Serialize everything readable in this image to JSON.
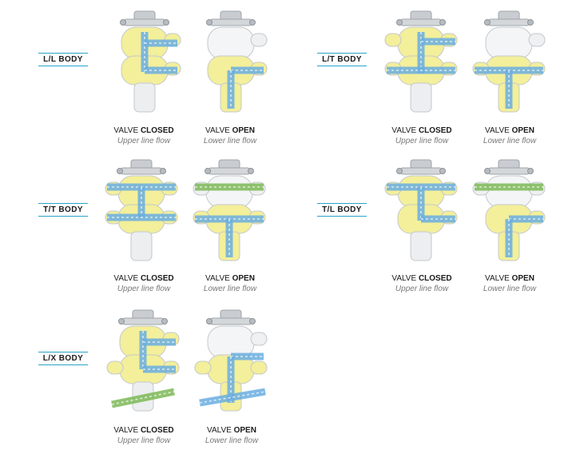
{
  "groups": [
    {
      "label": "L/L BODY",
      "closed": {
        "state_prefix": "VALVE",
        "state_word": "CLOSED",
        "flow": "Upper line flow"
      },
      "open": {
        "state_prefix": "VALVE",
        "state_word": "OPEN",
        "flow": "Lower line flow"
      }
    },
    {
      "label": "L/T BODY",
      "closed": {
        "state_prefix": "VALVE",
        "state_word": "CLOSED",
        "flow": "Upper line flow"
      },
      "open": {
        "state_prefix": "VALVE",
        "state_word": "OPEN",
        "flow": "Lower line flow"
      }
    },
    {
      "label": "T/T BODY",
      "closed": {
        "state_prefix": "VALVE",
        "state_word": "CLOSED",
        "flow": "Upper line flow"
      },
      "open": {
        "state_prefix": "VALVE",
        "state_word": "OPEN",
        "flow": "Lower line flow"
      }
    },
    {
      "label": "T/L BODY",
      "closed": {
        "state_prefix": "VALVE",
        "state_word": "CLOSED",
        "flow": "Upper line flow"
      },
      "open": {
        "state_prefix": "VALVE",
        "state_word": "OPEN",
        "flow": "Lower line flow"
      }
    },
    {
      "label": "L/X BODY",
      "closed": {
        "state_prefix": "VALVE",
        "state_word": "CLOSED",
        "flow": "Upper line flow"
      },
      "open": {
        "state_prefix": "VALVE",
        "state_word": "OPEN",
        "flow": "Lower line flow"
      }
    }
  ],
  "colors": {
    "accent_rule": "#2aa3c8",
    "flow_blue": "#6aaee0",
    "flow_green": "#7cb957",
    "body_yellow": "#f3ef9a",
    "steel": "#d4d7da"
  }
}
